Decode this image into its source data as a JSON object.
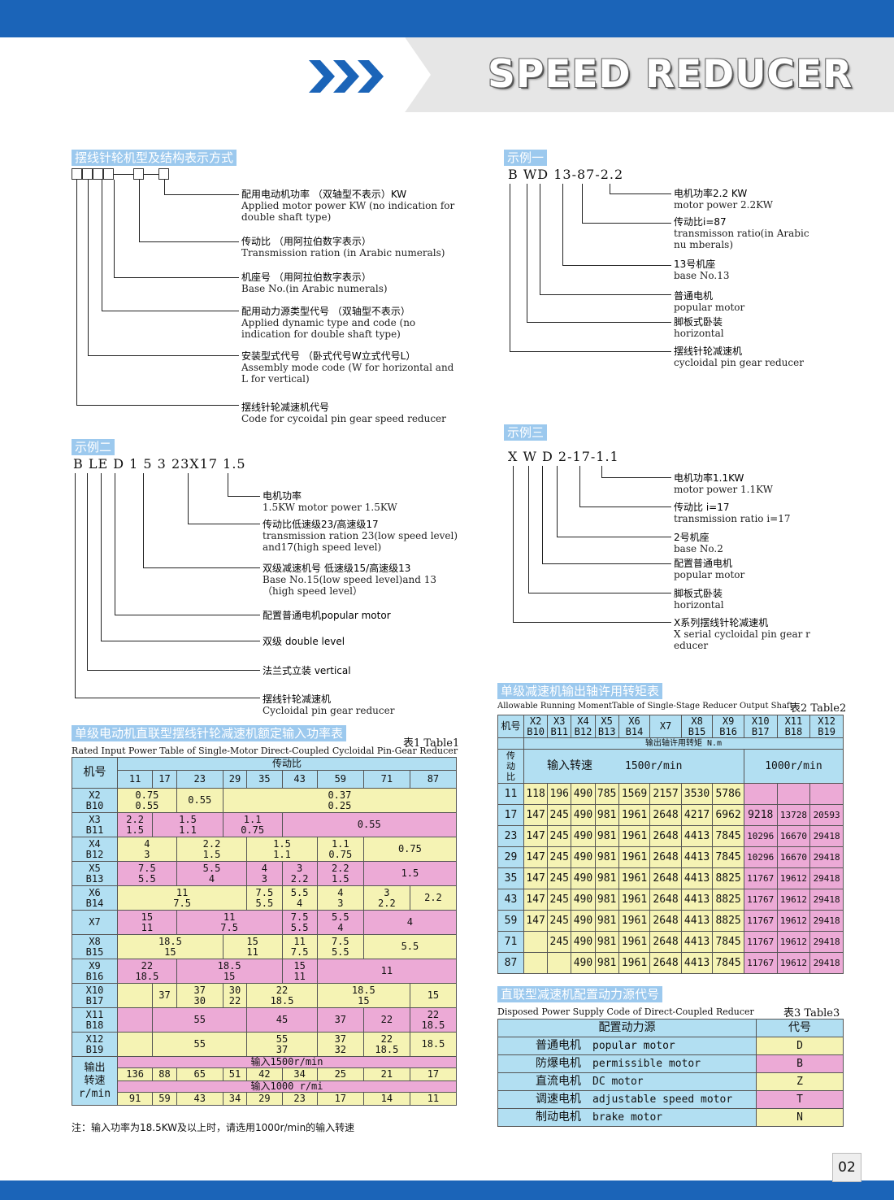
{
  "header": {
    "title": "SPEED REDUCER",
    "page_number": "02"
  },
  "model_notation": {
    "title": "摆线针轮机型及结构表示方式",
    "items": [
      {
        "zh": "配用电动机功率 （双轴型不表示）KW",
        "en": "Applied motor power KW (no indication for double shaft type)"
      },
      {
        "zh": "传动比 （用阿拉伯数字表示）",
        "en": "Transmission ration (in Arabic numerals)"
      },
      {
        "zh": "机座号 （用阿拉伯数字表示）",
        "en": "Base No.(in Arabic numerals)"
      },
      {
        "zh": "配用动力源类型代号 （双轴型不表示）",
        "en": "Applied dynamic type and code (no indication for double shaft type)"
      },
      {
        "zh": "安装型式代号 （卧式代号W立式代号L）",
        "en": "Assembly mode code (W for horizontal and L for vertical)"
      },
      {
        "zh": "摆线针轮减速机代号",
        "en": "Code for cycoidal pin gear speed reducer"
      }
    ]
  },
  "example1": {
    "title": "示例一",
    "code": "B WD 13-87-2.2",
    "items": [
      {
        "zh": "电机功率2.2 KW",
        "en": "motor power 2.2KW"
      },
      {
        "zh": "传动比i=87",
        "en": "transmisson ratio(in Arabic nu mberals)"
      },
      {
        "zh": "13号机座",
        "en": "base No.13"
      },
      {
        "zh": "普通电机",
        "en": "popular motor"
      },
      {
        "zh": "脚板式卧装",
        "en": "horizontal"
      },
      {
        "zh": "摆线针轮减速机",
        "en": "cycloidal pin gear reducer"
      }
    ]
  },
  "example2": {
    "title": "示例二",
    "code": "B LE D 1 5 3 23X17 1.5",
    "items": [
      {
        "zh": "电机功率",
        "en": "1.5KW motor power 1.5KW"
      },
      {
        "zh": "传动比低速级23/高速级17",
        "en": "transmission ration 23(low speed level) and17(high speed level)"
      },
      {
        "zh": "双级减速机号 低速级15/高速级13",
        "en": "Base No.15(low speed level)and 13（high speed level）"
      },
      {
        "zh": "配置普通电机popular motor",
        "en": ""
      },
      {
        "zh": "双级 double level",
        "en": ""
      },
      {
        "zh": "法兰式立装 vertical",
        "en": ""
      },
      {
        "zh": "摆线针轮减速机",
        "en": "Cycloidal pin gear reducer"
      }
    ]
  },
  "example3": {
    "title": "示例三",
    "code": "X W D 2-17-1.1",
    "items": [
      {
        "zh": "电机功率1.1KW",
        "en": "motor power 1.1KW"
      },
      {
        "zh": "传动比 i=17",
        "en": "transmission ratio i=17"
      },
      {
        "zh": "2号机座",
        "en": "base No.2"
      },
      {
        "zh": "配置普通电机",
        "en": "popular motor"
      },
      {
        "zh": "脚板式卧装",
        "en": "horizontal"
      },
      {
        "zh": "X系列摆线针轮减速机",
        "en": "X serial cycloidal pin gear r educer"
      }
    ]
  },
  "table1": {
    "title": "单级电动机直联型摆线针轮减速机额定输入功率表",
    "table_no": "表1 Table1",
    "subtitle": "Rated Input Power Table of Single-Motor Direct-Coupled Cycloidal Pin-Gear Reducer",
    "col_model": "机号",
    "col_ratio": "传动比",
    "ratios": [
      "11",
      "17",
      "23",
      "29",
      "35",
      "43",
      "59",
      "71",
      "87"
    ],
    "rows": [
      {
        "m": [
          "X2",
          "B10"
        ],
        "cells": [
          {
            "t": [
              "0.75",
              "0.55"
            ],
            "s": 2,
            "c": "y"
          },
          {
            "t": [
              "0.55"
            ],
            "s": 1,
            "c": "y"
          },
          {
            "t": [
              "0.37",
              "0.25"
            ],
            "s": 6,
            "c": "y"
          }
        ]
      },
      {
        "m": [
          "X3",
          "B11"
        ],
        "cells": [
          {
            "t": [
              "2.2",
              "1.5"
            ],
            "s": 1,
            "c": "p"
          },
          {
            "t": [
              "1.5",
              "1.1"
            ],
            "s": 2,
            "c": "p"
          },
          {
            "t": [
              "1.1",
              "0.75"
            ],
            "s": 2,
            "c": "p"
          },
          {
            "t": [
              "0.55"
            ],
            "s": 4,
            "c": "p"
          }
        ]
      },
      {
        "m": [
          "X4",
          "B12"
        ],
        "cells": [
          {
            "t": [
              "4",
              "3"
            ],
            "s": 2,
            "c": "y"
          },
          {
            "t": [
              "2.2",
              "1.5"
            ],
            "s": 2,
            "c": "y"
          },
          {
            "t": [
              "1.5",
              "1.1"
            ],
            "s": 2,
            "c": "y"
          },
          {
            "t": [
              "1.1",
              "0.75"
            ],
            "s": 1,
            "c": "y"
          },
          {
            "t": [
              "0.75"
            ],
            "s": 2,
            "c": "y"
          }
        ]
      },
      {
        "m": [
          "X5",
          "B13"
        ],
        "cells": [
          {
            "t": [
              "7.5",
              "5.5"
            ],
            "s": 2,
            "c": "p"
          },
          {
            "t": [
              "5.5",
              "4"
            ],
            "s": 2,
            "c": "p"
          },
          {
            "t": [
              "4",
              "3"
            ],
            "s": 1,
            "c": "p"
          },
          {
            "t": [
              "3",
              "2.2"
            ],
            "s": 1,
            "c": "p"
          },
          {
            "t": [
              "2.2",
              "1.5"
            ],
            "s": 1,
            "c": "p"
          },
          {
            "t": [
              "1.5"
            ],
            "s": 2,
            "c": "p"
          }
        ]
      },
      {
        "m": [
          "X6",
          "B14"
        ],
        "cells": [
          {
            "t": [
              "11",
              "7.5"
            ],
            "s": 4,
            "c": "y"
          },
          {
            "t": [
              "7.5",
              "5.5"
            ],
            "s": 1,
            "c": "y"
          },
          {
            "t": [
              "5.5",
              "4"
            ],
            "s": 1,
            "c": "y"
          },
          {
            "t": [
              "4",
              "3"
            ],
            "s": 1,
            "c": "y"
          },
          {
            "t": [
              "3",
              "2.2"
            ],
            "s": 1,
            "c": "y"
          },
          {
            "t": [
              "2.2"
            ],
            "s": 1,
            "c": "y"
          }
        ]
      },
      {
        "m": [
          "X7"
        ],
        "cells": [
          {
            "t": [
              "15",
              "11"
            ],
            "s": 2,
            "c": "p"
          },
          {
            "t": [
              "11",
              "7.5"
            ],
            "s": 3,
            "c": "p"
          },
          {
            "t": [
              "7.5",
              "5.5"
            ],
            "s": 1,
            "c": "p"
          },
          {
            "t": [
              "5.5",
              "4"
            ],
            "s": 1,
            "c": "p"
          },
          {
            "t": [
              "4"
            ],
            "s": 2,
            "c": "p"
          }
        ]
      },
      {
        "m": [
          "X8",
          "B15"
        ],
        "cells": [
          {
            "t": [
              "18.5",
              "15"
            ],
            "s": 3,
            "c": "y"
          },
          {
            "t": [
              "15",
              "11"
            ],
            "s": 2,
            "c": "y"
          },
          {
            "t": [
              "11",
              "7.5"
            ],
            "s": 1,
            "c": "y"
          },
          {
            "t": [
              "7.5",
              "5.5"
            ],
            "s": 1,
            "c": "y"
          },
          {
            "t": [
              "5.5"
            ],
            "s": 2,
            "c": "y"
          }
        ]
      },
      {
        "m": [
          "X9",
          "B16"
        ],
        "cells": [
          {
            "t": [
              "22",
              "18.5"
            ],
            "s": 2,
            "c": "p"
          },
          {
            "t": [
              "18.5",
              "15"
            ],
            "s": 3,
            "c": "p"
          },
          {
            "t": [
              "15",
              "11"
            ],
            "s": 1,
            "c": "p"
          },
          {
            "t": [
              "11"
            ],
            "s": 3,
            "c": "p"
          }
        ]
      },
      {
        "m": [
          "X10",
          "B17"
        ],
        "cells": [
          {
            "t": [
              ""
            ],
            "s": 1,
            "c": "y"
          },
          {
            "t": [
              "37"
            ],
            "s": 1,
            "c": "y"
          },
          {
            "t": [
              "37",
              "30"
            ],
            "s": 1,
            "c": "y"
          },
          {
            "t": [
              "30",
              "22"
            ],
            "s": 1,
            "c": "y"
          },
          {
            "t": [
              "22",
              "18.5"
            ],
            "s": 2,
            "c": "y"
          },
          {
            "t": [
              "18.5",
              "15"
            ],
            "s": 2,
            "c": "y"
          },
          {
            "t": [
              "15"
            ],
            "s": 1,
            "c": "y"
          }
        ]
      },
      {
        "m": [
          "X11",
          "B18"
        ],
        "cells": [
          {
            "t": [
              ""
            ],
            "s": 1,
            "c": "p"
          },
          {
            "t": [
              "55"
            ],
            "s": 3,
            "c": "p"
          },
          {
            "t": [
              "45"
            ],
            "s": 2,
            "c": "p"
          },
          {
            "t": [
              "37"
            ],
            "s": 1,
            "c": "p"
          },
          {
            "t": [
              "22"
            ],
            "s": 1,
            "c": "p"
          },
          {
            "t": [
              "22",
              "18.5"
            ],
            "s": 1,
            "c": "p"
          }
        ]
      },
      {
        "m": [
          "X12",
          "B19"
        ],
        "cells": [
          {
            "t": [
              ""
            ],
            "s": 1,
            "c": "y"
          },
          {
            "t": [
              "55"
            ],
            "s": 3,
            "c": "y"
          },
          {
            "t": [
              "55",
              "37"
            ],
            "s": 2,
            "c": "y"
          },
          {
            "t": [
              "37",
              "32"
            ],
            "s": 1,
            "c": "y"
          },
          {
            "t": [
              "22",
              "18.5"
            ],
            "s": 1,
            "c": "y"
          },
          {
            "t": [
              "18.5"
            ],
            "s": 1,
            "c": "y"
          }
        ]
      }
    ],
    "output_label": [
      "输出",
      "转速",
      "r/min"
    ],
    "in1500": "输入1500r/min",
    "out1500": [
      "136",
      "88",
      "65",
      "51",
      "42",
      "34",
      "25",
      "21",
      "17"
    ],
    "in1000": "输入1000 r/mi",
    "out1000": [
      "91",
      "59",
      "43",
      "34",
      "29",
      "23",
      "17",
      "14",
      "11"
    ],
    "note": "注：输入功率为18.5KW及以上时，请选用1000r/min的输入转速"
  },
  "table2": {
    "title": "单级减速机输出轴许用转矩表",
    "subtitle": "Allowable Running MomentTable of Single-Stage Reducer Output Shaft",
    "table_no": "表2 Table2",
    "col_model": "机号",
    "models": [
      [
        "X2",
        "B10"
      ],
      [
        "X3",
        "B11"
      ],
      [
        "X4",
        "B12"
      ],
      [
        "X5",
        "B13"
      ],
      [
        "X6",
        "B14"
      ],
      [
        "X7"
      ],
      [
        "X8",
        "B15"
      ],
      [
        "X9",
        "B16"
      ],
      [
        "X10",
        "B17"
      ],
      [
        "X11",
        "B18"
      ],
      [
        "X12",
        "B19"
      ]
    ],
    "torque_label": "输出轴许用转矩 N.m",
    "ratio_label": [
      "传",
      "动",
      "比"
    ],
    "input_label": "输入转速",
    "r1500": "1500r/min",
    "r1000": "1000r/min",
    "rows": [
      {
        "r": "11",
        "v": [
          "118",
          "196",
          "490",
          "785",
          "1569",
          "2157",
          "3530",
          "5786",
          "",
          "",
          ""
        ]
      },
      {
        "r": "17",
        "v": [
          "147",
          "245",
          "490",
          "981",
          "1961",
          "2648",
          "4217",
          "6962",
          "9218",
          "13728",
          "20593"
        ]
      },
      {
        "r": "23",
        "v": [
          "147",
          "245",
          "490",
          "981",
          "1961",
          "2648",
          "4413",
          "7845",
          "10296",
          "16670",
          "29418"
        ]
      },
      {
        "r": "29",
        "v": [
          "147",
          "245",
          "490",
          "981",
          "1961",
          "2648",
          "4413",
          "7845",
          "10296",
          "16670",
          "29418"
        ]
      },
      {
        "r": "35",
        "v": [
          "147",
          "245",
          "490",
          "981",
          "1961",
          "2648",
          "4413",
          "8825",
          "11767",
          "19612",
          "29418"
        ]
      },
      {
        "r": "43",
        "v": [
          "147",
          "245",
          "490",
          "981",
          "1961",
          "2648",
          "4413",
          "8825",
          "11767",
          "19612",
          "29418"
        ]
      },
      {
        "r": "59",
        "v": [
          "147",
          "245",
          "490",
          "981",
          "1961",
          "2648",
          "4413",
          "8825",
          "11767",
          "19612",
          "29418"
        ]
      },
      {
        "r": "71",
        "v": [
          "",
          "245",
          "490",
          "981",
          "1961",
          "2648",
          "4413",
          "7845",
          "11767",
          "19612",
          "29418"
        ]
      },
      {
        "r": "87",
        "v": [
          "",
          "",
          "490",
          "981",
          "1961",
          "2648",
          "4413",
          "7845",
          "11767",
          "19612",
          "29418"
        ]
      }
    ]
  },
  "table3": {
    "title": "直联型减速机配置动力源代号",
    "subtitle": "Disposed Power Supply Code of Direct-Coupled Reducer",
    "table_no": "表3 Table3",
    "h1": "配置动力源",
    "h2": "代号",
    "rows": [
      {
        "zh": "普通电机",
        "en": "popular motor",
        "code": "D"
      },
      {
        "zh": "防爆电机",
        "en": "permissible motor",
        "code": "B"
      },
      {
        "zh": "直流电机",
        "en": "DC motor",
        "code": "Z"
      },
      {
        "zh": "调速电机",
        "en": "adjustable speed motor",
        "code": "T"
      },
      {
        "zh": "制动电机",
        "en": "brake motor",
        "code": "N"
      }
    ]
  }
}
